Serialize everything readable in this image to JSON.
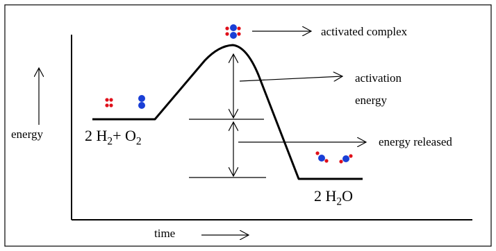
{
  "labels": {
    "activated_complex": "activated complex",
    "activation_energy_line1": "activation",
    "activation_energy_line2": "energy",
    "energy_released": "energy released",
    "y_axis": "energy",
    "x_axis": "time"
  },
  "reactants": {
    "coef_h2": "2 H",
    "sub_h2": "2",
    "plus": "+ O",
    "sub_o2": "2"
  },
  "products": {
    "coef": "2 H",
    "sub": "2",
    "tail": "O"
  },
  "colors": {
    "hydrogen": "#e0101a",
    "oxygen": "#1a3fd6",
    "line": "#000000",
    "border": "#000000"
  }
}
